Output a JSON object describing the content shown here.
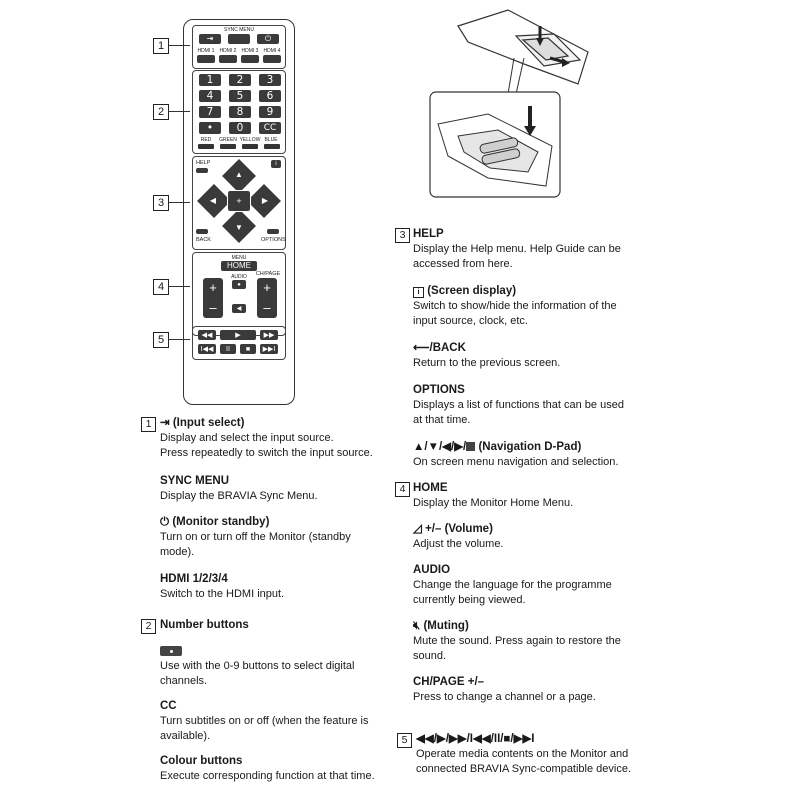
{
  "remote": {
    "sync_menu": "SYNC MENU",
    "hdmi": [
      "HDMI 1",
      "HDMI 2",
      "HDMI 3",
      "HDMI 4"
    ],
    "numbers": [
      "1",
      "2",
      "3",
      "4",
      "5",
      "6",
      "7",
      "8",
      "9",
      "•",
      "0",
      "CC"
    ],
    "color_labels": [
      "RED",
      "GREEN",
      "YELLOW",
      "BLUE"
    ],
    "help": "HELP",
    "back": "BACK",
    "options": "OPTIONS",
    "menu": "MENU",
    "home": "HOME",
    "audio": "AUDIO",
    "ch_page": "CH/PAGE",
    "callouts": [
      "1",
      "2",
      "3",
      "4",
      "5"
    ]
  },
  "left": {
    "s1": {
      "num": "1",
      "input_head": "(Input select)",
      "input_desc1": "Display and select the input source.",
      "input_desc2": "Press repeatedly to switch the input source.",
      "sync_head": "SYNC MENU",
      "sync_desc": "Display the BRAVIA Sync Menu.",
      "standby_head": "(Monitor standby)",
      "standby_desc1": "Turn on or turn off the Monitor (standby",
      "standby_desc2": "mode).",
      "hdmi_head": "HDMI 1/2/3/4",
      "hdmi_desc": "Switch to the HDMI input."
    },
    "s2": {
      "num": "2",
      "head": "Number buttons",
      "dot_desc1": "Use with the 0-9 buttons to select digital",
      "dot_desc2": "channels.",
      "cc_head": "CC",
      "cc_desc1": "Turn subtitles on or off (when the feature is",
      "cc_desc2": "available).",
      "colour_head": "Colour buttons",
      "colour_desc": "Execute corresponding function at that time."
    }
  },
  "right": {
    "s3": {
      "num": "3",
      "help_head": "HELP",
      "help_desc1": "Display the Help menu. Help Guide can be",
      "help_desc2": "accessed from here.",
      "screen_head": "(Screen display)",
      "screen_desc1": "Switch to show/hide the information of the",
      "screen_desc2": "input source, clock, etc.",
      "back_head": "/BACK",
      "back_desc": "Return to the previous screen.",
      "options_head": "OPTIONS",
      "options_desc1": "Displays a list of functions that can be used",
      "options_desc2": "at that time.",
      "nav_head": "(Navigation D-Pad)",
      "nav_desc": "On screen menu navigation and selection."
    },
    "s4": {
      "num": "4",
      "home_head": "HOME",
      "home_desc": "Display the Monitor Home Menu.",
      "vol_head": "+/– (Volume)",
      "vol_desc": "Adjust the volume.",
      "audio_head": "AUDIO",
      "audio_desc1": "Change the language for the programme",
      "audio_desc2": "currently being viewed.",
      "mute_head": "(Muting)",
      "mute_desc1": "Mute the sound. Press again to restore the",
      "mute_desc2": "sound.",
      "ch_head": "CH/PAGE +/–",
      "ch_desc": "Press to change a channel or a page."
    },
    "s5": {
      "num": "5",
      "head": "◀◀/▶/▶▶/I◀◀/II/■/▶▶I",
      "desc1": "Operate media contents on the Monitor and",
      "desc2": "connected BRAVIA Sync-compatible device."
    }
  }
}
